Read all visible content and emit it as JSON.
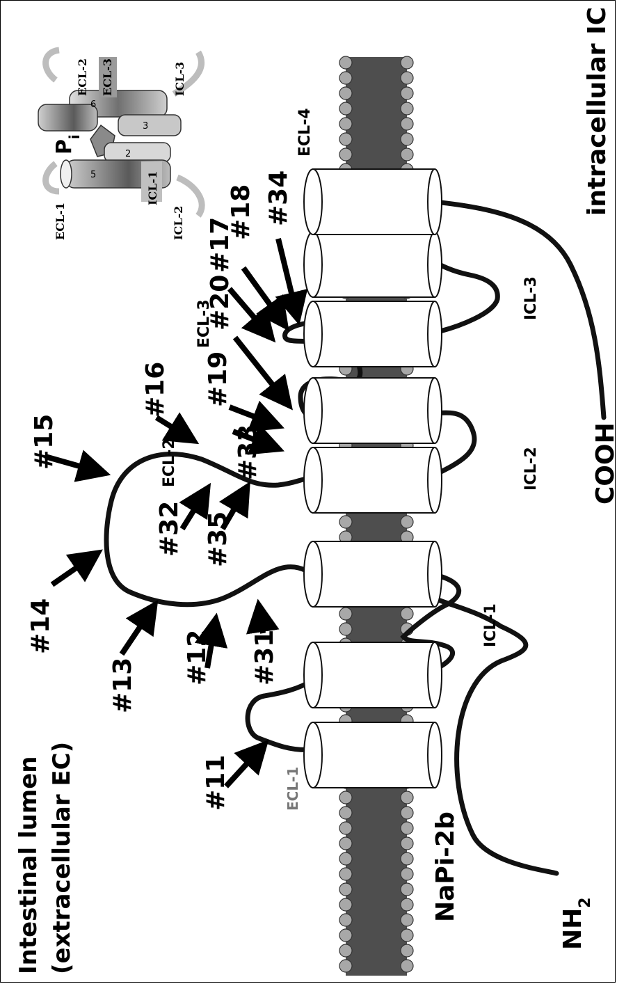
{
  "labels": {
    "lumen_line1": "Intestinal lumen",
    "lumen_line2": "(extracellular EC)",
    "intracellular": "intracellular IC",
    "protein": "NaPi-2b",
    "n_term": "NH",
    "n_term_sub": "2",
    "c_term": "COOH"
  },
  "loops": {
    "ecl1": "ECL-1",
    "ecl2": "ECL-2",
    "ecl3": "ECL-3",
    "ecl4": "ECL-4",
    "icl1": "ICL-1",
    "icl2": "ICL-2",
    "icl3": "ICL-3"
  },
  "sites": [
    "#11",
    "#13",
    "#12",
    "#31",
    "#14",
    "#32",
    "#35",
    "#15",
    "#16",
    "#33",
    "#19",
    "#20",
    "#17",
    "#18",
    "#34"
  ],
  "inset": {
    "pi": "P",
    "pi_sub": "i",
    "ecl1": "ECL-1",
    "ecl2": "ECL-2",
    "ecl3": "ECL-3",
    "icl1": "ICL-1",
    "icl2": "ICL-2",
    "icl3": "ICL-3",
    "helix_numbers": [
      "5",
      "6",
      "3",
      "2"
    ]
  },
  "colors": {
    "membrane_dark": "#5a5a5a",
    "lipid_head": "#a8a8a8",
    "helix_fill": "#ffffff",
    "loop_stroke": "#111111"
  }
}
